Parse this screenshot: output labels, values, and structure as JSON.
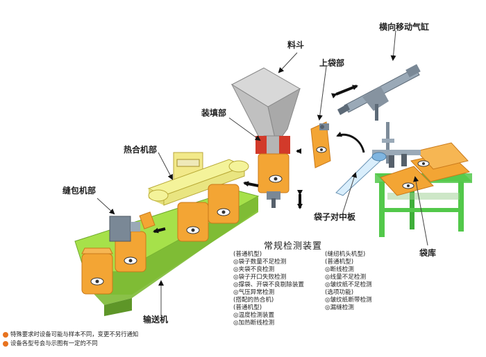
{
  "labels": {
    "hopper": "料斗",
    "bag_feeder": "上袋部",
    "lateral_cylinder": "横向移动气缸",
    "filler": "装填部",
    "heat_sealer": "热合机部",
    "sewing": "缝包机部",
    "bag_centering_plate": "袋子对中板",
    "bag_magazine": "袋库",
    "conveyor": "输送机"
  },
  "detection": {
    "title": "常规检测装置",
    "left_list": [
      "(普通机型)",
      "◎袋子数量不足检测",
      "◎夹袋不良检测",
      "◎袋子开口失败检测",
      "◎撑袋、开袋不良剔除装置",
      "◎气压异常检测",
      "(搭配的热合机)",
      "(普通机型)",
      "◎温度检测装置",
      "◎加热断线检测"
    ],
    "right_list": [
      "(缝纫机头机型)",
      "(普通机型)",
      "◎断线检测",
      "◎线量不足检测",
      "◎皱纹纸不足检测",
      "(选项功能)",
      "◎皱纹纸断带检测",
      "◎漏缝检测"
    ]
  },
  "notes": [
    "特殊要求时设备可能与样本不同，变更不另行通知",
    "设备各型号会与示图有一定的不同"
  ],
  "colors": {
    "bag": "#f3a534",
    "bag_dark": "#c9791a",
    "conveyor": "#a6e14a",
    "frame_green": "#52c84a",
    "heat_sealer": "#f4f39a",
    "box_yellow": "#f2e98a",
    "hopper": "#c8c8c8",
    "steel": "#9aa9b7"
  },
  "icons": [
    "arrow-icon",
    "double-arrow-icon",
    "eye-logo-icon"
  ]
}
